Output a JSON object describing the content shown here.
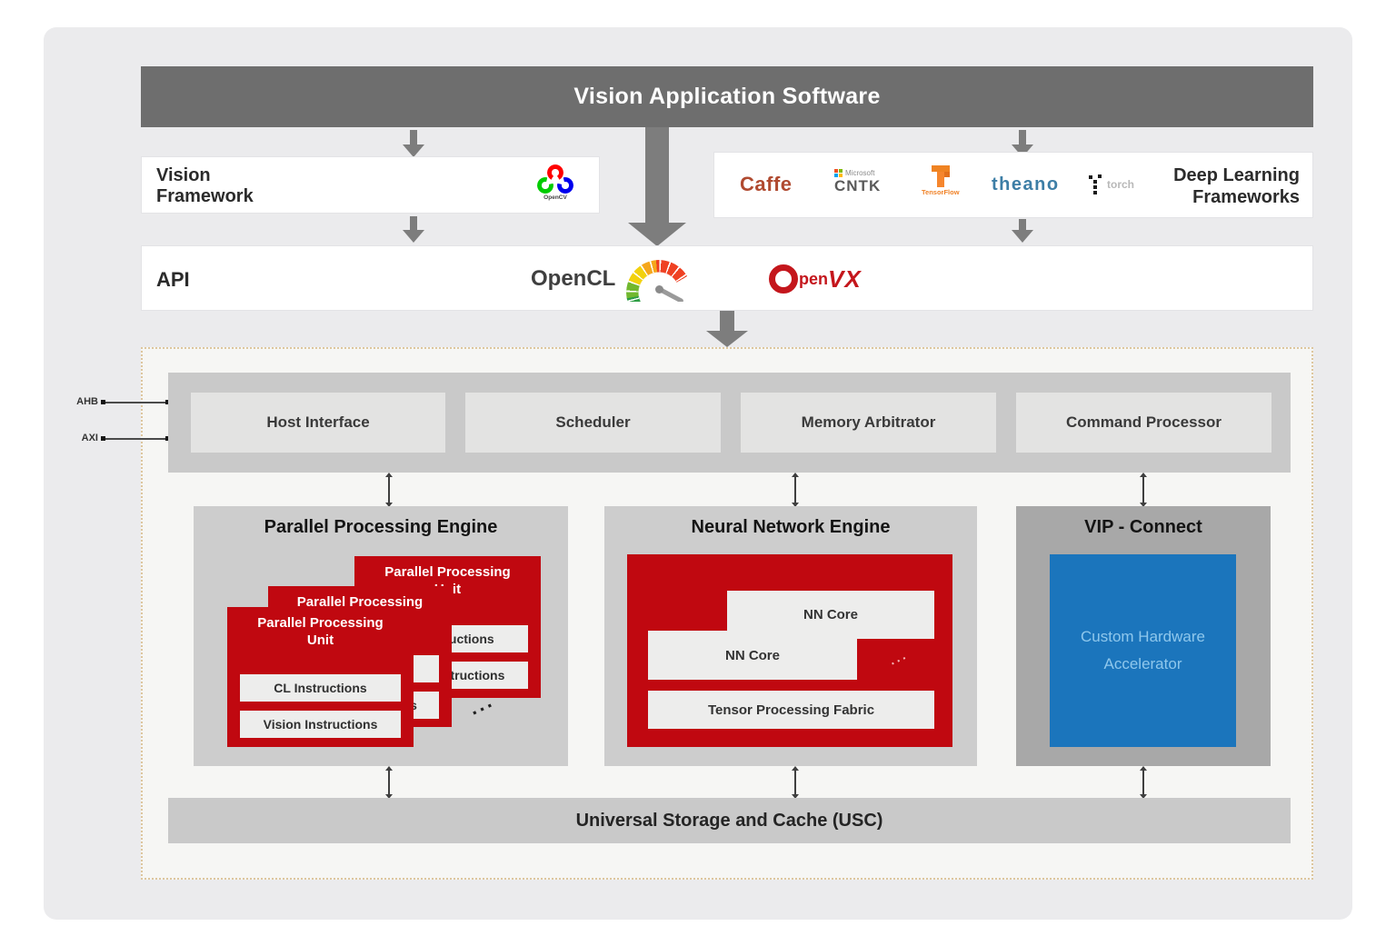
{
  "banner": {
    "title": "Vision Application Software"
  },
  "vision_framework": {
    "label": "Vision Framework",
    "logo_caption": "OpenCV"
  },
  "deep_learning": {
    "label": "Deep Learning Frameworks",
    "caffe": "Caffe",
    "microsoft": "Microsoft",
    "cntk": "CNTK",
    "tensorflow": "TensorFlow",
    "theano": "theano",
    "torch": "torch"
  },
  "api": {
    "label": "API",
    "opencl": "OpenCL",
    "openvx_pen": "pen",
    "openvx_vx": "VX"
  },
  "bus": {
    "ahb": "AHB",
    "axi": "AXI"
  },
  "control_row": {
    "items": [
      {
        "label": "Host Interface"
      },
      {
        "label": "Scheduler"
      },
      {
        "label": "Memory Arbitrator"
      },
      {
        "label": "Command Processor"
      }
    ]
  },
  "parallel_engine": {
    "title": "Parallel Processing Engine",
    "unit_title": "Parallel Processing Unit",
    "cl_instructions": "CL Instructions",
    "vision_instructions": "Vision Instructions",
    "ellipsis": "..."
  },
  "neural_engine": {
    "title": "Neural Network Engine",
    "core": "NN Core",
    "fabric": "Tensor Processing Fabric",
    "ellipsis": "..."
  },
  "vip": {
    "title": "VIP - Connect",
    "accelerator": "Custom Hardware Accelerator"
  },
  "usc": {
    "label": "Universal Storage and Cache (USC)"
  },
  "colors": {
    "banner_gray": "#6e6e6e",
    "engine_gray": "#cdcdcd",
    "vip_gray": "#a8a8a8",
    "bar_gray": "#c9c9c9",
    "red": "#c00810",
    "blue": "#1b75bc",
    "blue_text": "#8ec7ec",
    "dotted_border": "#ddc69e"
  }
}
